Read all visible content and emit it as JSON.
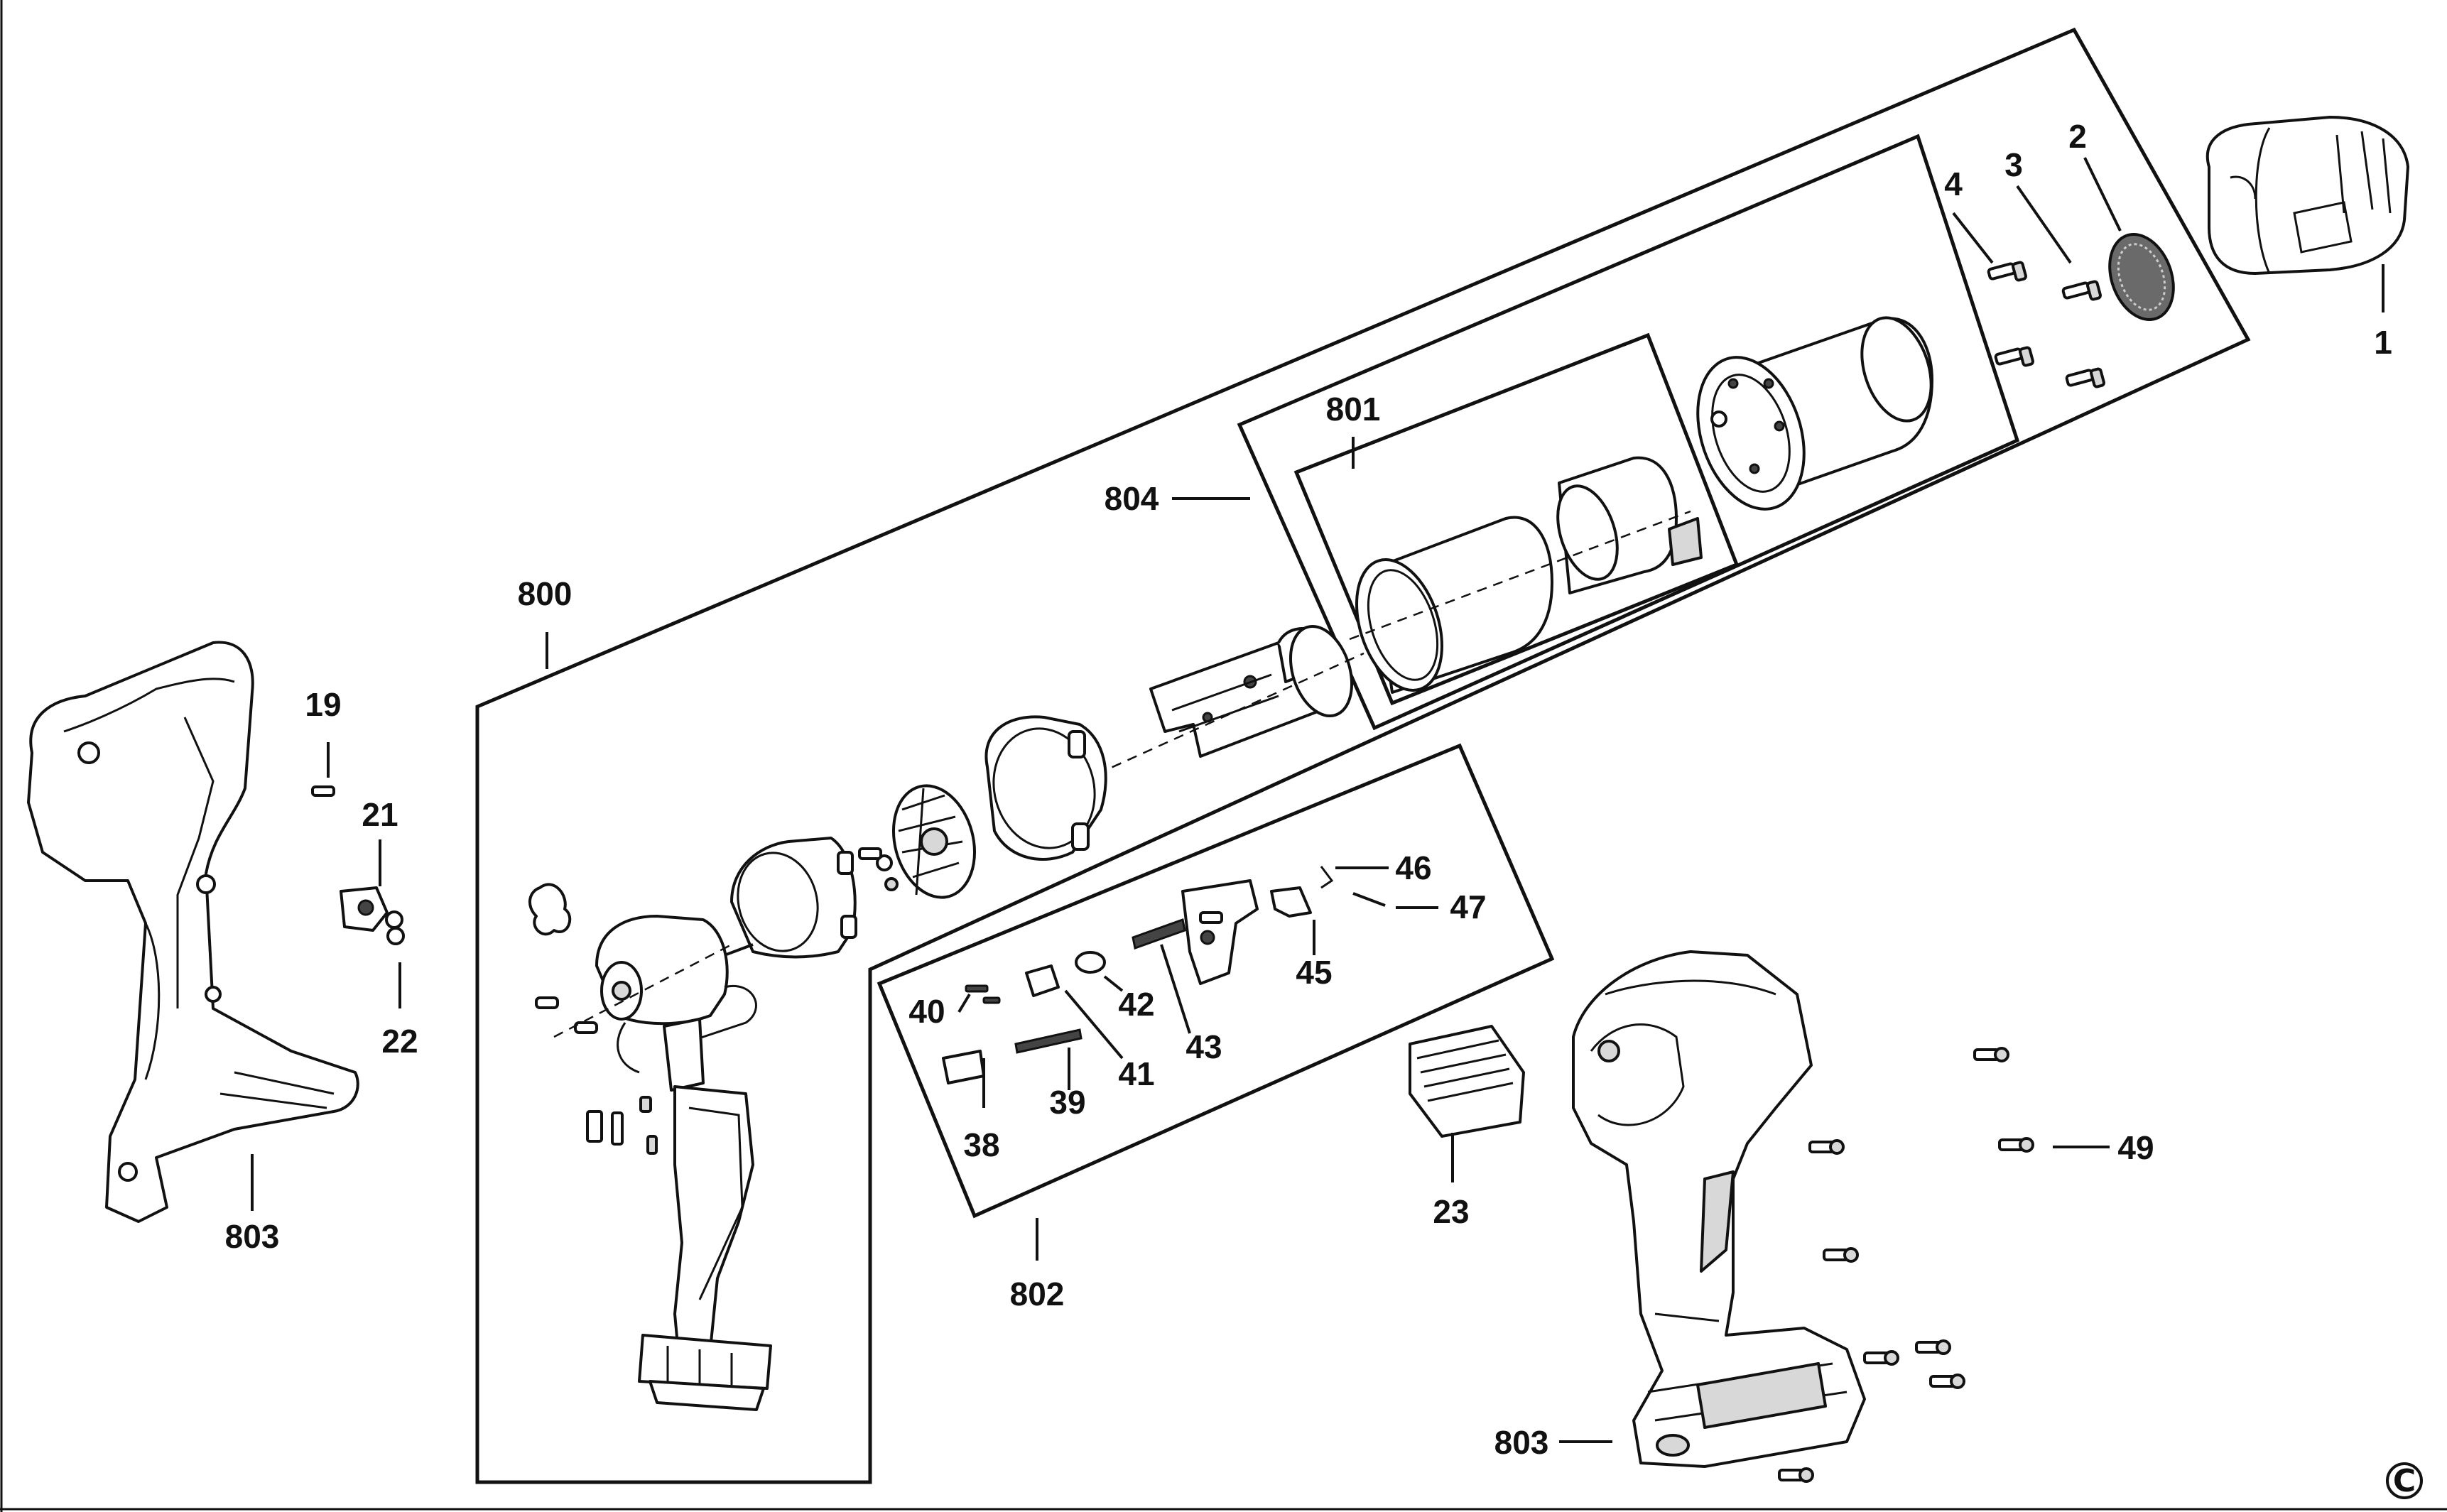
{
  "labels": {
    "l1": "1",
    "l2": "2",
    "l3": "3",
    "l4": "4",
    "l19": "19",
    "l21": "21",
    "l22": "22",
    "l23": "23",
    "l38": "38",
    "l39": "39",
    "l40": "40",
    "l41": "41",
    "l42": "42",
    "l43": "43",
    "l45": "45",
    "l46": "46",
    "l47": "47",
    "l49": "49",
    "l800": "800",
    "l801": "801",
    "l802": "802",
    "l803a": "803",
    "l803b": "803",
    "l804": "804"
  },
  "copyright": "C"
}
